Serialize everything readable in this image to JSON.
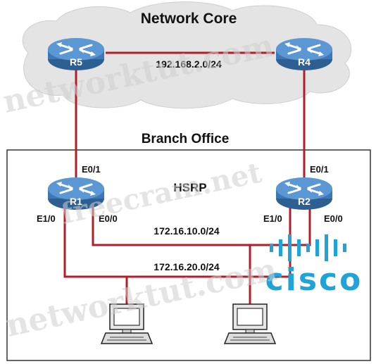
{
  "colors": {
    "link": "#b01e2a",
    "router_body": "#3a78b8",
    "router_top": "#5b97d3",
    "cloud": "#e4e4e4",
    "cisco": "#1fa3d9"
  },
  "core": {
    "title": "Network Core",
    "subnet": "192.168.2.0/24"
  },
  "branch": {
    "title": "Branch Office",
    "protocol": "HSRP"
  },
  "routers": {
    "r5": "R5",
    "r4": "R4",
    "r1": "R1",
    "r2": "R2"
  },
  "interfaces": {
    "r1_e01": "E0/1",
    "r2_e01": "E0/1",
    "r1_e10": "E1/0",
    "r1_e00": "E0/0",
    "r2_e10": "E1/0",
    "r2_e00": "E0/0"
  },
  "lans": {
    "lan1": "172.16.10.0/24",
    "lan2": "172.16.20.0/24"
  },
  "watermarks": {
    "w1": "networktut.com",
    "w2": "freecram.net",
    "w3": "networktut.com"
  },
  "logo": {
    "text": "cisco"
  }
}
